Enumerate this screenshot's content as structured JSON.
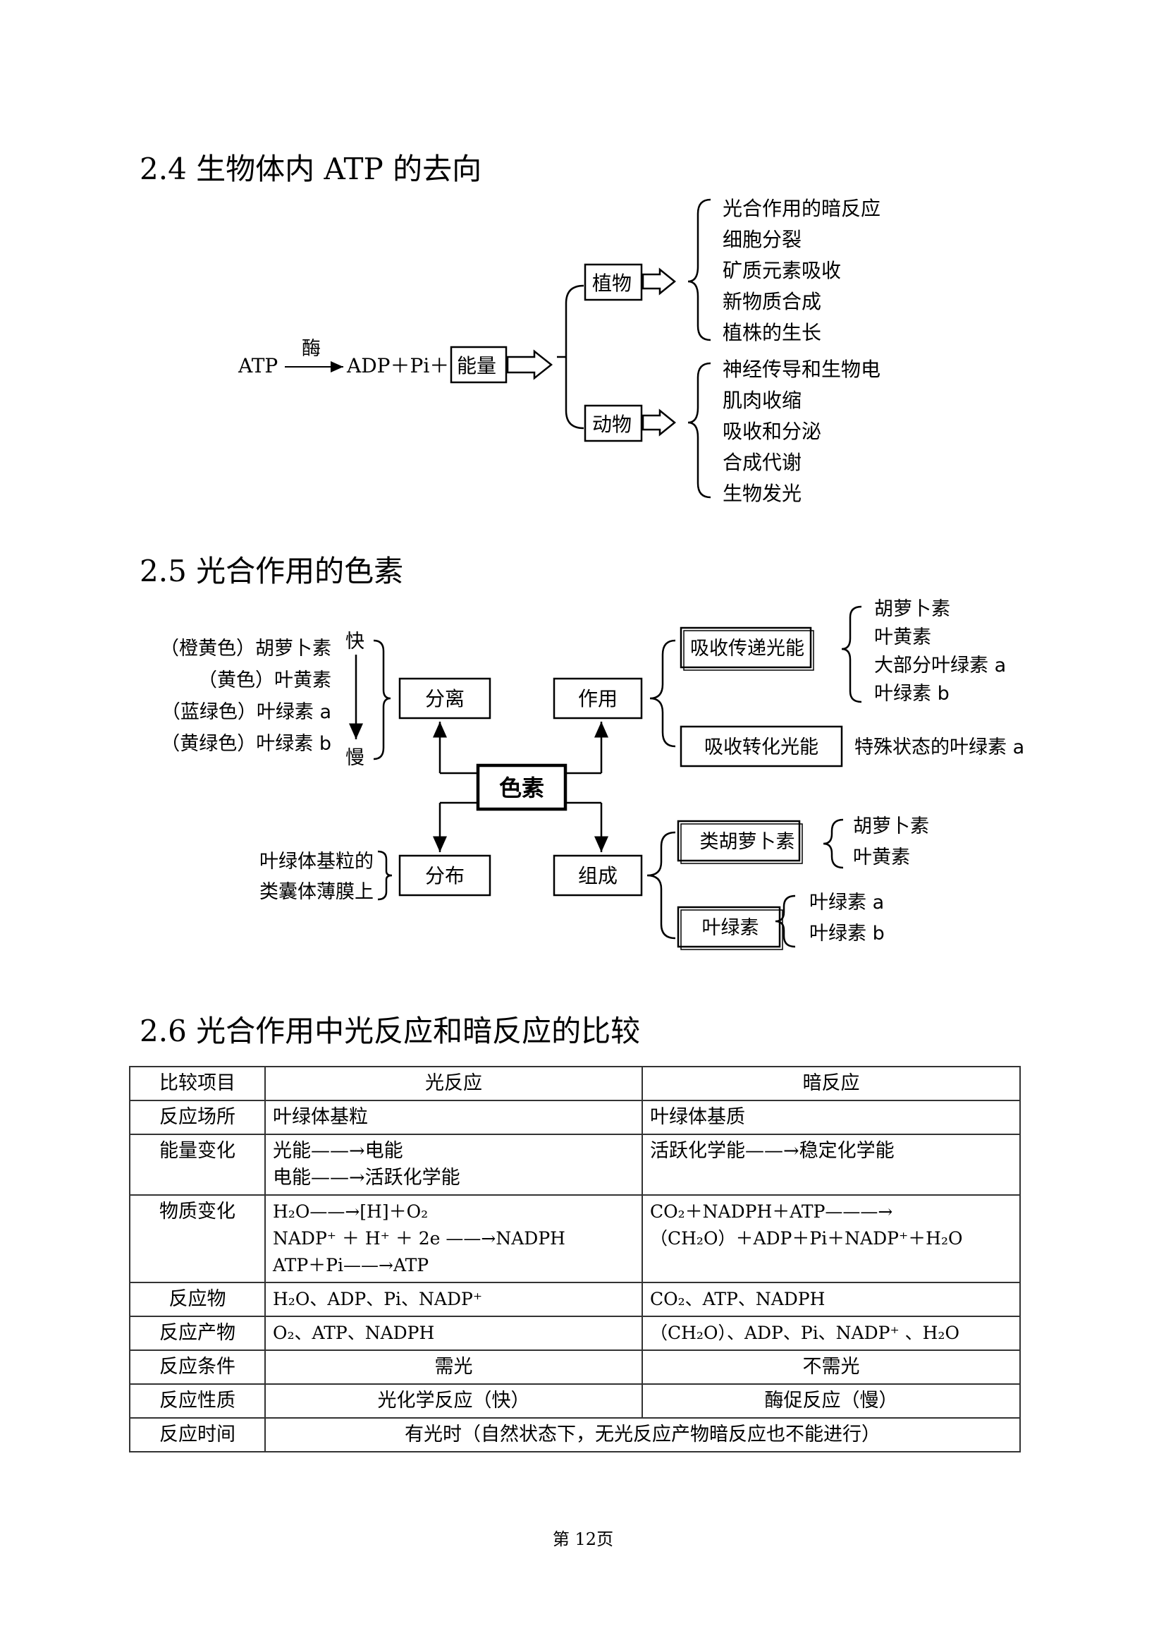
{
  "sections": {
    "s24": "2.4 生物体内 ATP 的去向",
    "s25": "2.5 光合作用的色素",
    "s26": "2.6 光合作用中光反应和暗反应的比较"
  },
  "atp": {
    "reactant": "ATP",
    "enzyme": "酶",
    "products": "ADP＋Pi＋",
    "energy": "能量",
    "plant": "植物",
    "animal": "动物",
    "plant_uses": [
      "光合作用的暗反应",
      "细胞分裂",
      "矿质元素吸收",
      "新物质合成",
      "植株的生长"
    ],
    "animal_uses": [
      "神经传导和生物电",
      "肌肉收缩",
      "吸收和分泌",
      "合成代谢",
      "生物发光"
    ]
  },
  "pigment": {
    "center": "色素",
    "separation": "分离",
    "function": "作用",
    "distribution": "分布",
    "composition": "组成",
    "bands": [
      "（橙黄色）胡萝卜素",
      "（黄色）叶黄素",
      "（蓝绿色）叶绿素 a",
      "（黄绿色）叶绿素 b"
    ],
    "fast": "快",
    "slow": "慢",
    "location": [
      "叶绿体基粒的",
      "类囊体薄膜上"
    ],
    "absorb_transfer": "吸收传递光能",
    "absorb_transfer_items": [
      "胡萝卜素",
      "叶黄素",
      "大部分叶绿素 a",
      "叶绿素 b"
    ],
    "absorb_convert": "吸收转化光能",
    "absorb_convert_item": "特殊状态的叶绿素 a",
    "carotenoid": "类胡萝卜素",
    "carotenoid_items": [
      "胡萝卜素",
      "叶黄素"
    ],
    "chlorophyll": "叶绿素",
    "chlorophyll_items": [
      "叶绿素 a",
      "叶绿素 b"
    ]
  },
  "table": {
    "head": [
      "比较项目",
      "光反应",
      "暗反应"
    ],
    "site": {
      "label": "反应场所",
      "light": "叶绿体基粒",
      "dark": "叶绿体基质"
    },
    "energy": {
      "label": "能量变化",
      "light": [
        "光能——→电能",
        "电能——→活跃化学能"
      ],
      "dark": [
        "活跃化学能——→稳定化学能"
      ]
    },
    "matter": {
      "label": "物质变化",
      "light": [
        "H₂O——→[H]＋O₂",
        "NADP⁺ ＋ H⁺ ＋ 2e ——→NADPH",
        "ATP＋Pi——→ATP"
      ],
      "dark": [
        "CO₂＋NADPH＋ATP———→",
        "（CH₂O）＋ADP＋Pi＋NADP⁺＋H₂O"
      ]
    },
    "reactants": {
      "label": "反应物",
      "light": "H₂O、ADP、Pi、NADP⁺",
      "dark": "CO₂、ATP、NADPH"
    },
    "products": {
      "label": "反应产物",
      "light": "O₂、ATP、NADPH",
      "dark": "（CH₂O）、ADP、Pi、NADP⁺ 、H₂O"
    },
    "condition": {
      "label": "反应条件",
      "light": "需光",
      "dark": "不需光"
    },
    "nature": {
      "label": "反应性质",
      "light": "光化学反应（快）",
      "dark": "酶促反应（慢）"
    },
    "time": {
      "label": "反应时间",
      "value": "有光时（自然状态下，无光反应产物暗反应也不能进行）"
    }
  },
  "page_number": "第 12页"
}
